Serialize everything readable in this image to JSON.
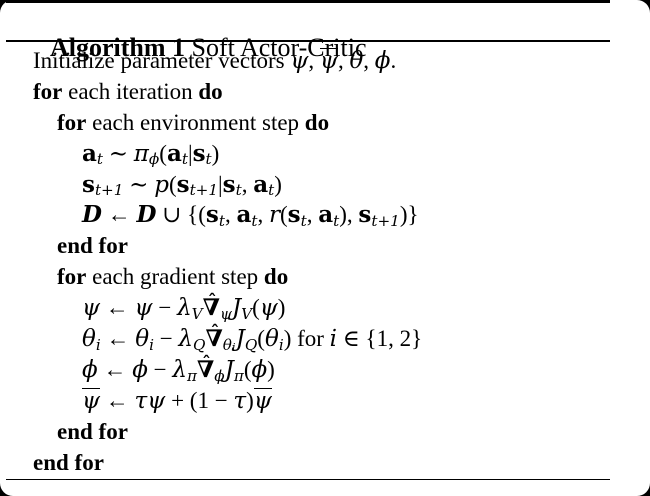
{
  "colors": {
    "ink": "#000000",
    "paper": "#ffffff",
    "corner_bg": "#000000"
  },
  "header": {
    "label": "Algorithm 1",
    "title": " Soft Actor-Critic"
  },
  "body": {
    "lines": [
      {
        "indent": 0,
        "segments": [
          {
            "t": "Initialize parameter vectors ",
            "s": "rm"
          },
          {
            "t": "ψ",
            "s": "it"
          },
          {
            "t": ", ",
            "s": "rm"
          },
          {
            "t": "ψ",
            "s": "it",
            "bar": true
          },
          {
            "t": ", ",
            "s": "rm"
          },
          {
            "t": "θ",
            "s": "it"
          },
          {
            "t": ", ",
            "s": "rm"
          },
          {
            "t": "ϕ",
            "s": "it"
          },
          {
            "t": ".",
            "s": "rm"
          }
        ]
      },
      {
        "indent": 0,
        "segments": [
          {
            "t": "for",
            "s": "bf"
          },
          {
            "t": " each iteration ",
            "s": "rm"
          },
          {
            "t": "do",
            "s": "bf"
          }
        ]
      },
      {
        "indent": 1,
        "segments": [
          {
            "t": "for",
            "s": "bf"
          },
          {
            "t": " each environment step ",
            "s": "rm"
          },
          {
            "t": "do",
            "s": "bf"
          }
        ]
      },
      {
        "indent": 2,
        "segments": [
          {
            "t": "a",
            "s": "mb"
          },
          {
            "t": "t",
            "s": "it",
            "sub": true
          },
          {
            "t": " ∼ ",
            "s": "rm"
          },
          {
            "t": "π",
            "s": "it"
          },
          {
            "t": "ϕ",
            "s": "it",
            "sub": true
          },
          {
            "t": "(",
            "s": "rm"
          },
          {
            "t": "a",
            "s": "mb"
          },
          {
            "t": "t",
            "s": "it",
            "sub": true
          },
          {
            "t": "|",
            "s": "rm"
          },
          {
            "t": "s",
            "s": "mb"
          },
          {
            "t": "t",
            "s": "it",
            "sub": true
          },
          {
            "t": ")",
            "s": "rm"
          }
        ]
      },
      {
        "indent": 2,
        "segments": [
          {
            "t": "s",
            "s": "mb"
          },
          {
            "t": "t+1",
            "s": "it",
            "sub": true
          },
          {
            "t": " ∼ ",
            "s": "rm"
          },
          {
            "t": "p",
            "s": "it"
          },
          {
            "t": "(",
            "s": "rm"
          },
          {
            "t": "s",
            "s": "mb"
          },
          {
            "t": "t+1",
            "s": "it",
            "sub": true
          },
          {
            "t": "|",
            "s": "rm"
          },
          {
            "t": "s",
            "s": "mb"
          },
          {
            "t": "t",
            "s": "it",
            "sub": true
          },
          {
            "t": ", ",
            "s": "rm"
          },
          {
            "t": "a",
            "s": "mb"
          },
          {
            "t": "t",
            "s": "it",
            "sub": true
          },
          {
            "t": ")",
            "s": "rm"
          }
        ]
      },
      {
        "indent": 2,
        "segments": [
          {
            "t": "D",
            "s": "cal"
          },
          {
            "t": " ← ",
            "s": "rm"
          },
          {
            "t": "D",
            "s": "cal"
          },
          {
            "t": " ∪ {(",
            "s": "rm"
          },
          {
            "t": "s",
            "s": "mb"
          },
          {
            "t": "t",
            "s": "it",
            "sub": true
          },
          {
            "t": ", ",
            "s": "rm"
          },
          {
            "t": "a",
            "s": "mb"
          },
          {
            "t": "t",
            "s": "it",
            "sub": true
          },
          {
            "t": ", ",
            "s": "rm"
          },
          {
            "t": "r",
            "s": "it"
          },
          {
            "t": "(",
            "s": "rm"
          },
          {
            "t": "s",
            "s": "mb"
          },
          {
            "t": "t",
            "s": "it",
            "sub": true
          },
          {
            "t": ", ",
            "s": "rm"
          },
          {
            "t": "a",
            "s": "mb"
          },
          {
            "t": "t",
            "s": "it",
            "sub": true
          },
          {
            "t": "), ",
            "s": "rm"
          },
          {
            "t": "s",
            "s": "mb"
          },
          {
            "t": "t+1",
            "s": "it",
            "sub": true
          },
          {
            "t": ")}",
            "s": "rm"
          }
        ]
      },
      {
        "indent": 1,
        "segments": [
          {
            "t": "end for",
            "s": "bf"
          }
        ]
      },
      {
        "indent": 1,
        "segments": [
          {
            "t": "for",
            "s": "bf"
          },
          {
            "t": " each gradient step ",
            "s": "rm"
          },
          {
            "t": "do",
            "s": "bf"
          }
        ]
      },
      {
        "indent": 2,
        "segments": [
          {
            "t": "ψ",
            "s": "it"
          },
          {
            "t": " ← ",
            "s": "rm"
          },
          {
            "t": "ψ",
            "s": "it"
          },
          {
            "t": " − ",
            "s": "rm"
          },
          {
            "t": "λ",
            "s": "it"
          },
          {
            "t": "V",
            "s": "it",
            "sub": true
          },
          {
            "t": "∇",
            "s": "mb",
            "hat": "ˆ"
          },
          {
            "t": "ψ",
            "s": "it",
            "sub": true
          },
          {
            "t": "J",
            "s": "it"
          },
          {
            "t": "V",
            "s": "it",
            "sub": true
          },
          {
            "t": "(",
            "s": "rm"
          },
          {
            "t": "ψ",
            "s": "it"
          },
          {
            "t": ")",
            "s": "rm"
          }
        ]
      },
      {
        "indent": 2,
        "segments": [
          {
            "t": "θ",
            "s": "it"
          },
          {
            "t": "i",
            "s": "it",
            "sub": true
          },
          {
            "t": " ← ",
            "s": "rm"
          },
          {
            "t": "θ",
            "s": "it"
          },
          {
            "t": "i",
            "s": "it",
            "sub": true
          },
          {
            "t": " − ",
            "s": "rm"
          },
          {
            "t": "λ",
            "s": "it"
          },
          {
            "t": "Q",
            "s": "it",
            "sub": true
          },
          {
            "t": "∇",
            "s": "mb",
            "hat": "ˆ"
          },
          {
            "t": "θ",
            "s": "it",
            "sub": true
          },
          {
            "t": "i",
            "s": "it",
            "subsub": true
          },
          {
            "t": "J",
            "s": "it"
          },
          {
            "t": "Q",
            "s": "it",
            "sub": true
          },
          {
            "t": "(",
            "s": "rm"
          },
          {
            "t": "θ",
            "s": "it"
          },
          {
            "t": "i",
            "s": "it",
            "sub": true
          },
          {
            "t": ") for ",
            "s": "rm"
          },
          {
            "t": "i",
            "s": "it"
          },
          {
            "t": " ∈ {1, 2}",
            "s": "rm"
          }
        ]
      },
      {
        "indent": 2,
        "segments": [
          {
            "t": "ϕ",
            "s": "it"
          },
          {
            "t": " ← ",
            "s": "rm"
          },
          {
            "t": "ϕ",
            "s": "it"
          },
          {
            "t": " − ",
            "s": "rm"
          },
          {
            "t": "λ",
            "s": "it"
          },
          {
            "t": "π",
            "s": "it",
            "sub": true
          },
          {
            "t": "∇",
            "s": "mb",
            "hat": "ˆ"
          },
          {
            "t": "ϕ",
            "s": "it",
            "sub": true
          },
          {
            "t": "J",
            "s": "it"
          },
          {
            "t": "π",
            "s": "it",
            "sub": true
          },
          {
            "t": "(",
            "s": "rm"
          },
          {
            "t": "ϕ",
            "s": "it"
          },
          {
            "t": ")",
            "s": "rm"
          }
        ]
      },
      {
        "indent": 2,
        "segments": [
          {
            "t": "ψ",
            "s": "it",
            "bar": true
          },
          {
            "t": " ← ",
            "s": "rm"
          },
          {
            "t": "τψ",
            "s": "it"
          },
          {
            "t": " + (1 − ",
            "s": "rm"
          },
          {
            "t": "τ",
            "s": "it"
          },
          {
            "t": ")",
            "s": "rm"
          },
          {
            "t": "ψ",
            "s": "it",
            "bar": true
          }
        ]
      },
      {
        "indent": 1,
        "segments": [
          {
            "t": "end for",
            "s": "bf"
          }
        ]
      },
      {
        "indent": 0,
        "segments": [
          {
            "t": "end for",
            "s": "bf"
          }
        ]
      }
    ]
  }
}
